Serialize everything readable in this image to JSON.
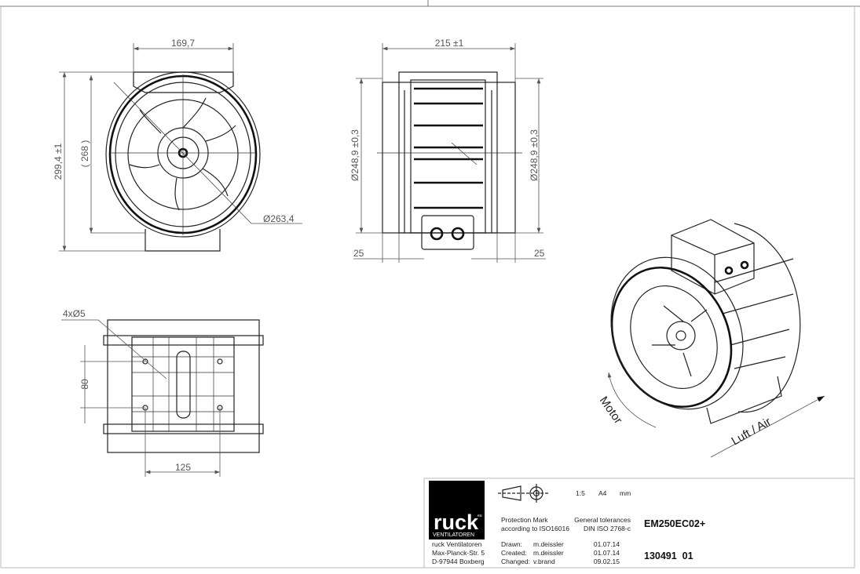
{
  "drawing": {
    "front_view": {
      "width_dim": "169,7",
      "height_dim": "299,4 ±1",
      "inner_height_dim": "( 268 )",
      "diameter_dim": "Ø263,4"
    },
    "side_view": {
      "length_dim": "215 ±1",
      "diameter_left": "Ø248,9 ±0,3",
      "diameter_right": "Ø248,9 ±0,3",
      "collar_left": "25",
      "collar_right": "25"
    },
    "bottom_view": {
      "holes_dim": "4xØ5",
      "hole_spacing_y": "80",
      "hole_spacing_x": "125"
    },
    "iso_view": {
      "rotation_label": "Motor",
      "airflow_label": "Luft / Air"
    }
  },
  "title_block": {
    "logo_text": "ruck",
    "logo_sup": "eu",
    "logo_sub": "VENTILATOREN",
    "company": [
      "ruck Ventilatoren",
      "Max-Planck-Str. 5",
      "D-97944 Boxberg"
    ],
    "scale": "1:5",
    "format": "A4",
    "unit": "mm",
    "protection_mark": [
      "Protection Mark",
      "according to ISO16016"
    ],
    "tolerances": [
      "General tolerances",
      "DIN ISO 2768-c"
    ],
    "model": "EM250EC02+",
    "drawn_label": "Drawn:",
    "drawn_by": "m.deissler",
    "drawn_date": "01.07.14",
    "created_label": "Created:",
    "created_by": "m.deissler",
    "created_date": "01.07.14",
    "changed_label": "Changed:",
    "changed_by": "v.brand",
    "changed_date": "09.02.15",
    "drawing_number": "130491  01"
  }
}
